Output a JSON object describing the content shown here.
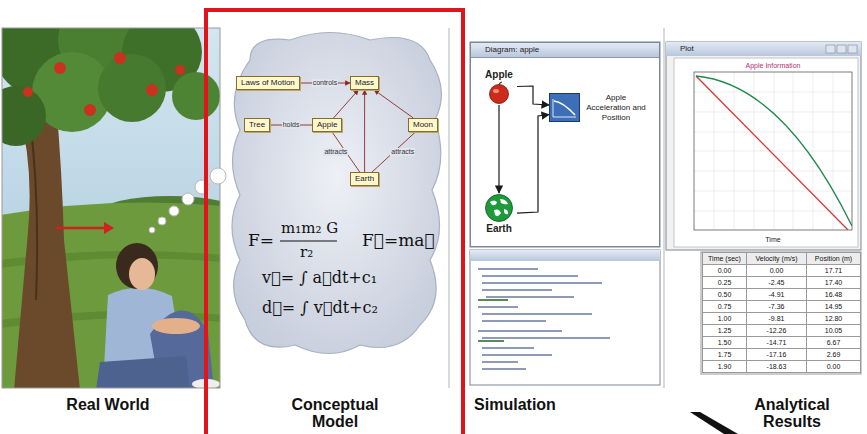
{
  "diagram": {
    "nodes": [
      {
        "text": [
          "Laws of Motion"
        ]
      },
      {
        "text": [
          "Mass"
        ]
      },
      {
        "text": [
          "Tree"
        ]
      },
      {
        "text": [
          "Apple"
        ]
      },
      {
        "text": [
          "Moon"
        ]
      },
      {
        "text": [
          "Earth"
        ]
      },
      {
        "text": [
          "Diagram: apple"
        ]
      },
      {
        "text": [
          "Apple"
        ],
        "in": 6
      },
      {
        "text": [
          "Apple Acceleration and Position"
        ],
        "in": 6
      },
      {
        "text": [
          "Earth"
        ],
        "in": 6
      }
    ],
    "edges": [
      {
        "from": 0,
        "to": 1,
        "label": "controls",
        "arrow": "to"
      },
      {
        "from": 2,
        "to": 3,
        "label": "holds",
        "arrow": "none"
      },
      {
        "from": 3,
        "to": 1,
        "arrow": "to"
      },
      {
        "from": 4,
        "to": 1,
        "arrow": "to"
      },
      {
        "from": 5,
        "to": 1,
        "arrow": "to"
      },
      {
        "from": 5,
        "to": 3,
        "label": "attracts",
        "arrow": "none"
      },
      {
        "from": 5,
        "to": 4,
        "label": "attracts",
        "arrow": "none"
      },
      {
        "from": 7,
        "to": 8,
        "arrow": "to"
      },
      {
        "from": 9,
        "to": 8,
        "arrow": "to"
      },
      {
        "from": 7,
        "to": 9,
        "arrow": "to"
      }
    ],
    "labels": [
      "F=",
      "m₁m₂ G",
      "r₂",
      "F⃗=ma⃗",
      "v⃗= ∫ a⃗dt+c₁",
      "d⃗= ∫ v⃗dt+c₂",
      "Plot",
      "Apple Information",
      "Time",
      "Time (sec)",
      "Velocity (m/s)",
      "Position (m)",
      "0.00",
      "0.00",
      "17.71",
      "0.25",
      "-2.45",
      "17.40",
      "0.50",
      "-4.91",
      "16.48",
      "0.75",
      "-7.36",
      "14.95",
      "1.00",
      "-9.81",
      "12.80",
      "1.25",
      "-12.26",
      "10.05",
      "1.50",
      "-14.71",
      "6.67",
      "1.75",
      "-17.16",
      "2.69",
      "1.90",
      "-18.63",
      "0.00",
      "Real World",
      "Conceptual Model",
      "Simulation",
      "Analytical Results"
    ]
  }
}
